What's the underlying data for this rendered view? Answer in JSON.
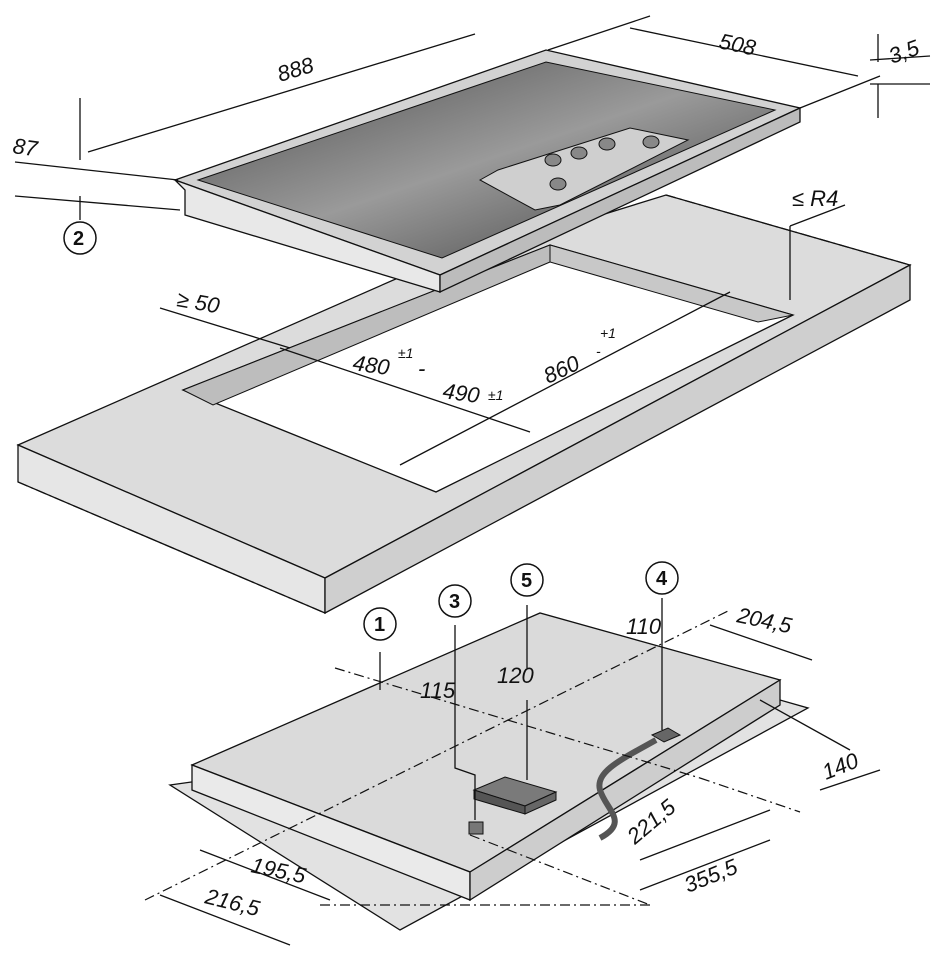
{
  "dimensions": {
    "hob_length": "888",
    "hob_depth": "508",
    "glass_thickness": "3,5",
    "installation_depth": "87",
    "corner_radius": "≤ R4",
    "min_edge_distance": "≥ 50",
    "cutout_depth_a": "480",
    "cutout_depth_a_tol": "±1",
    "cutout_sep": "-",
    "cutout_depth_b": "490",
    "cutout_depth_b_tol": "±1",
    "cutout_width": "860",
    "cutout_width_tol": "+1",
    "cutout_width_tol_minus": "-",
    "conn_gas_offset": "115",
    "conn_box_offset": "120",
    "conn_elec_offset": "110",
    "bottom_dim_204": "204,5",
    "bottom_dim_140": "140",
    "bottom_dim_221": "221,5",
    "bottom_dim_355": "355,5",
    "bottom_dim_195": "195,5",
    "bottom_dim_216": "216,5"
  },
  "callouts": {
    "c1": "1",
    "c2": "2",
    "c3": "3",
    "c4": "4",
    "c5": "5"
  }
}
